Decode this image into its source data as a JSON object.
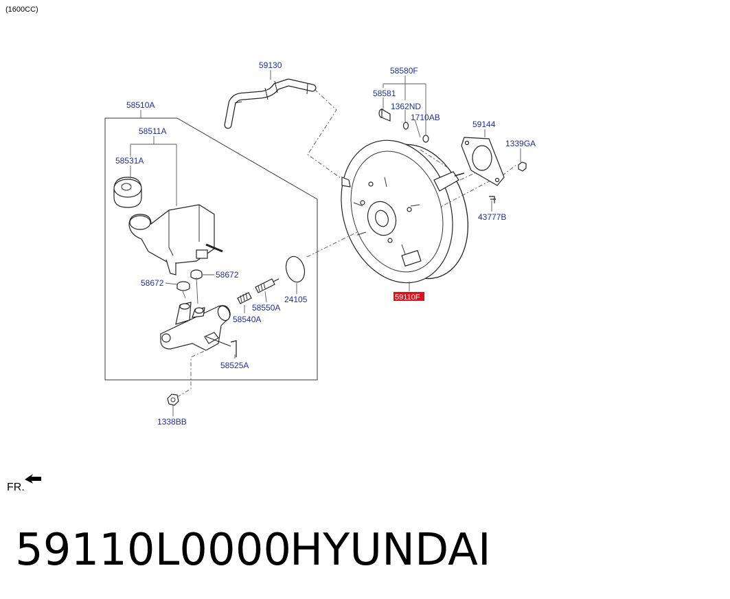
{
  "header": {
    "engine_note": "(1600CC)"
  },
  "labels": {
    "l59130": "59130",
    "l58510A": "58510A",
    "l58511A": "58511A",
    "l58531A": "58531A",
    "l58672_left": "58672",
    "l58672_right": "58672",
    "l58540A": "58540A",
    "l58550A": "58550A",
    "l24105": "24105",
    "l58525A": "58525A",
    "l1338BB": "1338BB",
    "l58580F": "58580F",
    "l58581": "58581",
    "l1362ND": "1362ND",
    "l1710AB": "1710AB",
    "l59144": "59144",
    "l1339GA": "1339GA",
    "l43777B": "43777B",
    "l59110F": "59110F"
  },
  "highlight_color": "#e0101e",
  "label_color": "#1c2f9c",
  "direction": {
    "text": "FR.",
    "icon": "front-arrow-icon"
  },
  "footer": {
    "part_number": "59110L0000",
    "brand": "HYUNDAI"
  }
}
